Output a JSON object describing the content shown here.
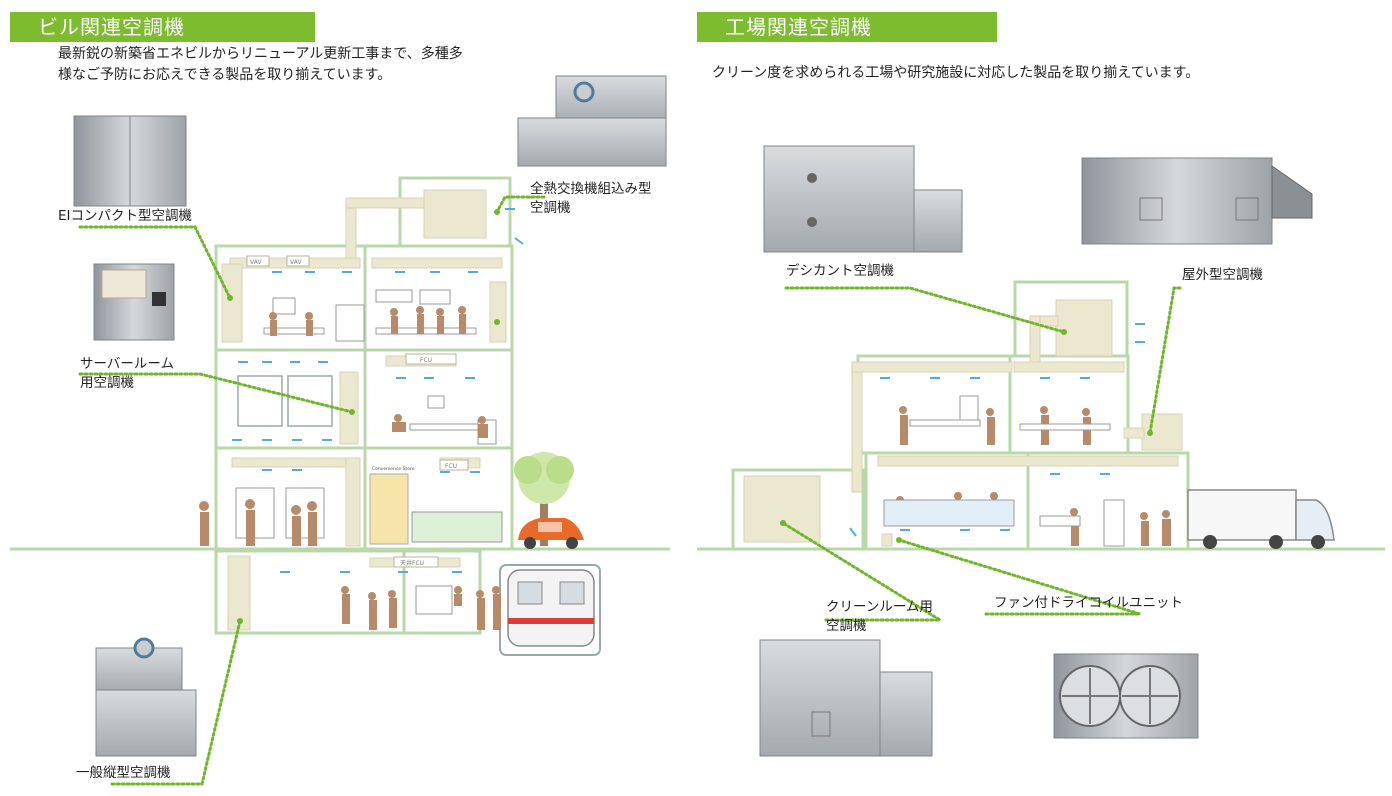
{
  "left": {
    "header": "ビル関連空調機",
    "description_lines": [
      "最新鋭の新築省エネビルからリニューアル更新工事まで、多種多",
      "様なご予防にお応えできる製品を取り揃えています。"
    ],
    "labels": {
      "compact": "EIコンパクト型空調機",
      "heat_exchange_line1": "全熱交換機組込み型",
      "heat_exchange_line2": "空調機",
      "server_line1": "サーバールーム",
      "server_line2": "用空調機",
      "vertical": "一般縦型空調機"
    },
    "building_text": {
      "vav1": "VAV",
      "vav2": "VAV",
      "fcu1": "FCU",
      "fcu2": "FCU",
      "fcu3": "天井FCU",
      "store": "Convenience Store"
    }
  },
  "right": {
    "header": "工場関連空調機",
    "description": "クリーン度を求められる工場や研究施設に対応した製品を取り揃えています。",
    "labels": {
      "desiccant": "デシカント空調機",
      "outdoor": "屋外型空調機",
      "cleanroom_line1": "クリーンルーム用",
      "cleanroom_line2": "空調機",
      "fan_coil": "ファン付ドライコイルユニット"
    }
  },
  "colors": {
    "accent_green": "#7dbb2f",
    "structure_green": "#b8d8a8",
    "duct_beige": "#ece7cf",
    "leader_dot": "#6fb62b",
    "unit_gray": "#b9bec3",
    "person_brown": "#b78b6a",
    "car_orange": "#e86a2a"
  }
}
